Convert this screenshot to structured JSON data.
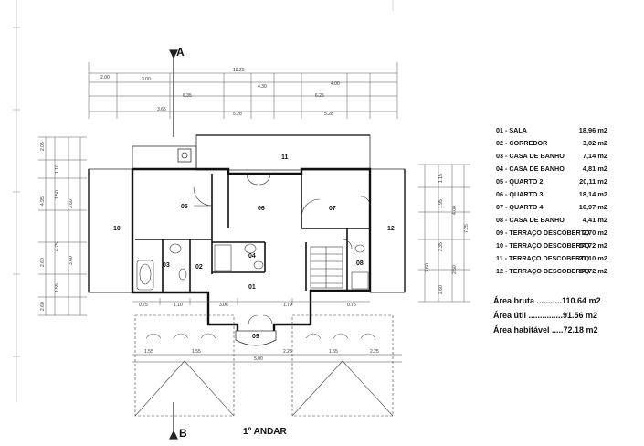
{
  "floor_title": "1º ANDAR",
  "section_labels": {
    "top": "A",
    "bottom": "B"
  },
  "room_legend": [
    {
      "label": "01 - SALA",
      "area": "18,96 m2"
    },
    {
      "label": "02 - CORREDOR",
      "area": "3,02 m2"
    },
    {
      "label": "03 - CASA DE BANHO",
      "area": "7,14 m2"
    },
    {
      "label": "04 - CASA DE BANHO",
      "area": "4,81 m2"
    },
    {
      "label": "05 - QUARTO 2",
      "area": "20,11 m2"
    },
    {
      "label": "06 - QUARTO 3",
      "area": "18,14 m2"
    },
    {
      "label": "07 - QUARTO 4",
      "area": "16,97 m2"
    },
    {
      "label": "08 - CASA DE BANHO",
      "area": "4,41 m2"
    },
    {
      "label": "09 - TERRAÇO DESCOBERTO",
      "area": "2,70 m2"
    },
    {
      "label": "10 - TERRAÇO DESCOBERTO",
      "area": "14,72 m2"
    },
    {
      "label": "11 - TERRAÇO DESCOBERTO",
      "area": "21,10 m2"
    },
    {
      "label": "12 - TERRAÇO DESCOBERTO",
      "area": "14,72 m2"
    }
  ],
  "totals": [
    {
      "label": "Área bruta ...........",
      "value": "110.64 m2"
    },
    {
      "label": "Área útil ...............",
      "value": "91.56 m2"
    },
    {
      "label": "Área habitável .....",
      "value": "72.18 m2"
    }
  ],
  "plan_room_numbers": [
    "05",
    "11",
    "06",
    "07",
    "10",
    "12",
    "03",
    "02",
    "04",
    "01",
    "08",
    "09"
  ],
  "top_dimensions": [
    "18.25",
    "2.00",
    "3.00",
    "4.30",
    "4.00",
    "6.35",
    "6.25",
    "3.65",
    "5.28",
    "5.28"
  ],
  "left_dimensions": [
    "2.05",
    "1.10",
    "1.50",
    "4.95",
    "4.75",
    "3.60",
    "2.60",
    "1.55",
    "3.60",
    "2.60"
  ],
  "right_dimensions": [
    "1.15",
    "1.95",
    "4.00",
    "7.25",
    "2.35",
    "2.50",
    "3.60",
    "2.60"
  ],
  "inner_dimensions": [
    "0.75",
    "1.10",
    "3.06",
    "1.79",
    "0.75"
  ],
  "bottom_dimensions": [
    "1.55",
    "1.55",
    "5.00",
    "2.25",
    "1.55",
    "2.25"
  ]
}
